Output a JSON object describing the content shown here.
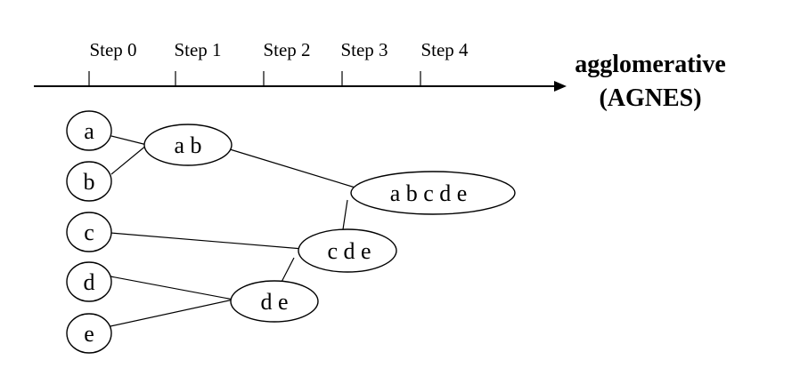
{
  "steps": [
    "Step 0",
    "Step 1",
    "Step 2",
    "Step 3",
    "Step 4"
  ],
  "title": {
    "line1": "agglomerative",
    "line2": "(AGNES)"
  },
  "nodes": {
    "a": "a",
    "b": "b",
    "c": "c",
    "d": "d",
    "e": "e",
    "ab": "a b",
    "de": "d e",
    "cde": "c d e",
    "abcde": "a b c d e"
  }
}
